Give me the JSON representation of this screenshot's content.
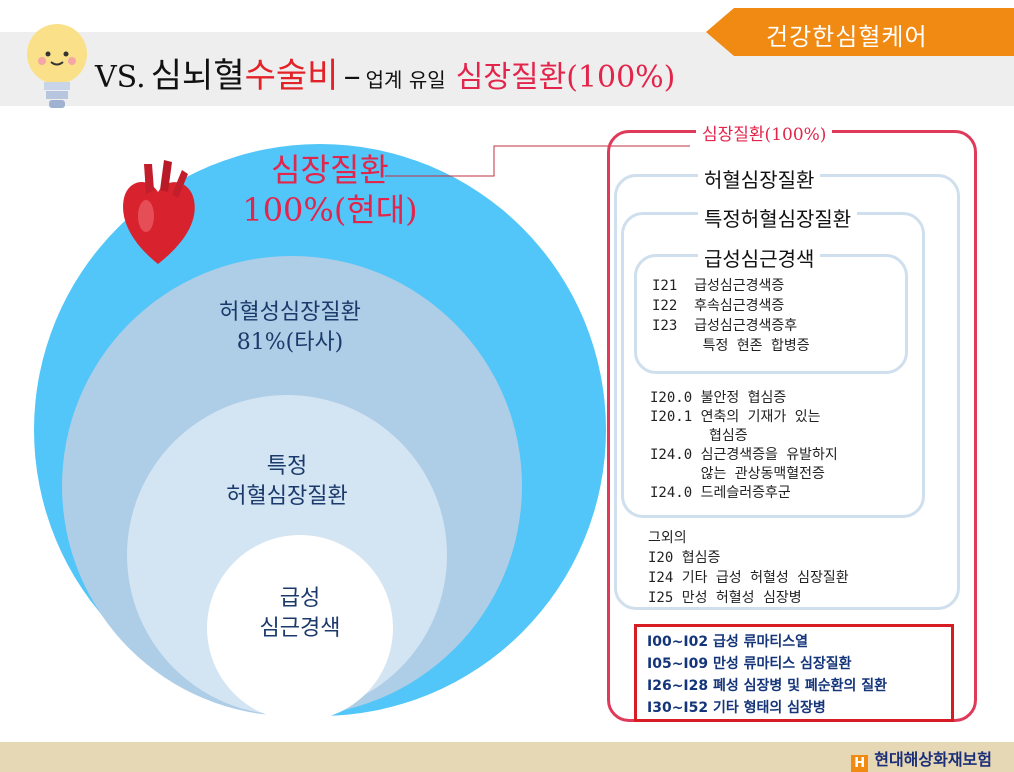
{
  "header": {
    "tag": "건강한심혈케어",
    "title_vs": "VS.",
    "title_part1": "심뇌혈",
    "title_part2": "수술비",
    "title_dash": "–",
    "title_part3": "업계 유일",
    "title_part4": "심장질환(100%)"
  },
  "circles": {
    "outer_line1": "심장질환",
    "outer_line2": "100%(현대)",
    "second_line1": "허혈성심장질환",
    "second_line2": "81%(타사)",
    "third_line1": "특정",
    "third_line2": "허혈심장질환",
    "inner_line1": "급성",
    "inner_line2": "심근경색"
  },
  "right_panel": {
    "box1_label": "심장질환(100%)",
    "box2_label": "허혈심장질환",
    "box3_label": "특정허혈심장질환",
    "box4_label": "급성심근경색",
    "codes_acute": "I21  급성심근경색증\nI22  후속심근경색증\nI23  급성심근경색증후\n      특정 현존 합병증",
    "codes_specific": "I20.0 불안정 협심증\nI20.1 연축의 기재가 있는\n       협심증\nI24.0 심근경색증을 유발하지\n      않는 관상동맥혈전증\nI24.0 드레슬러증후군",
    "codes_ischemic": "그외의\nI20 협심증\nI24 기타 급성 허혈성 심장질환\nI25 만성 허혈성 심장병",
    "codes_other": [
      "I00~I02 급성 류마티스열",
      "I05~I09 만성 류마티스 심장질환",
      "I26~I28 폐성 심장병 및 폐순환의 질환",
      "I30~I52 기타 형태의 심장병"
    ]
  },
  "footer": {
    "logo_letter": "H",
    "brand": "현대해상화재보험"
  },
  "colors": {
    "accent_orange": "#f08a12",
    "title_red": "#e32228",
    "pink": "#e3244b",
    "circle_outer": "#52c6f8",
    "circle_second": "#aecde6",
    "circle_third": "#d3e4f3",
    "circle_inner": "#ffffff",
    "navy_text": "#1b3a6b"
  }
}
